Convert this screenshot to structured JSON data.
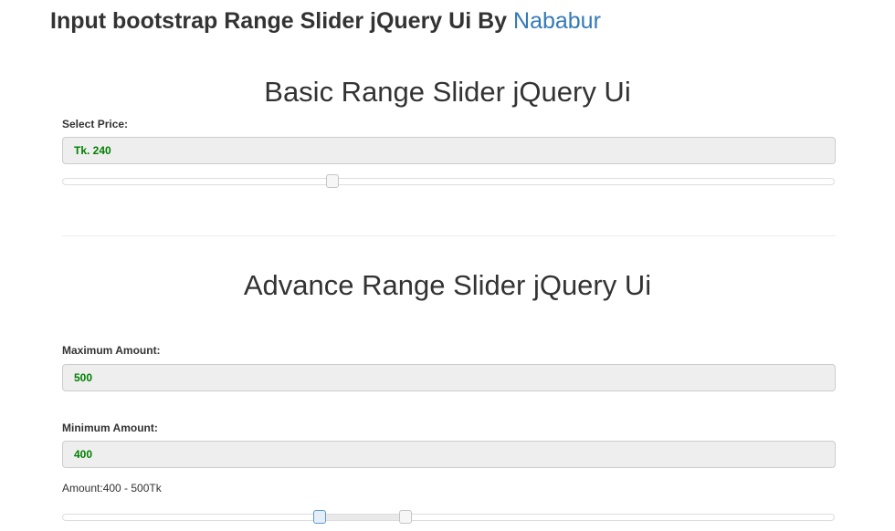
{
  "header": {
    "title": "Input bootstrap Range Slider jQuery Ui By",
    "author_link": "Nababur",
    "link_color": "#337ab7"
  },
  "basic": {
    "heading": "Basic Range Slider jQuery Ui",
    "label": "Select Price:",
    "value": "Tk. 240",
    "slider_position": 0.35
  },
  "advance": {
    "heading": "Advance Range Slider jQuery Ui",
    "max_label": "Maximum Amount:",
    "max_value": "500",
    "min_label": "Minimum Amount:",
    "min_value": "400",
    "amount_text": "Amount:400 - 500Tk",
    "range_low_position": 0.333,
    "range_high_position": 0.444
  },
  "colors": {
    "value_text": "#008000",
    "field_bg": "#eeeeee"
  }
}
